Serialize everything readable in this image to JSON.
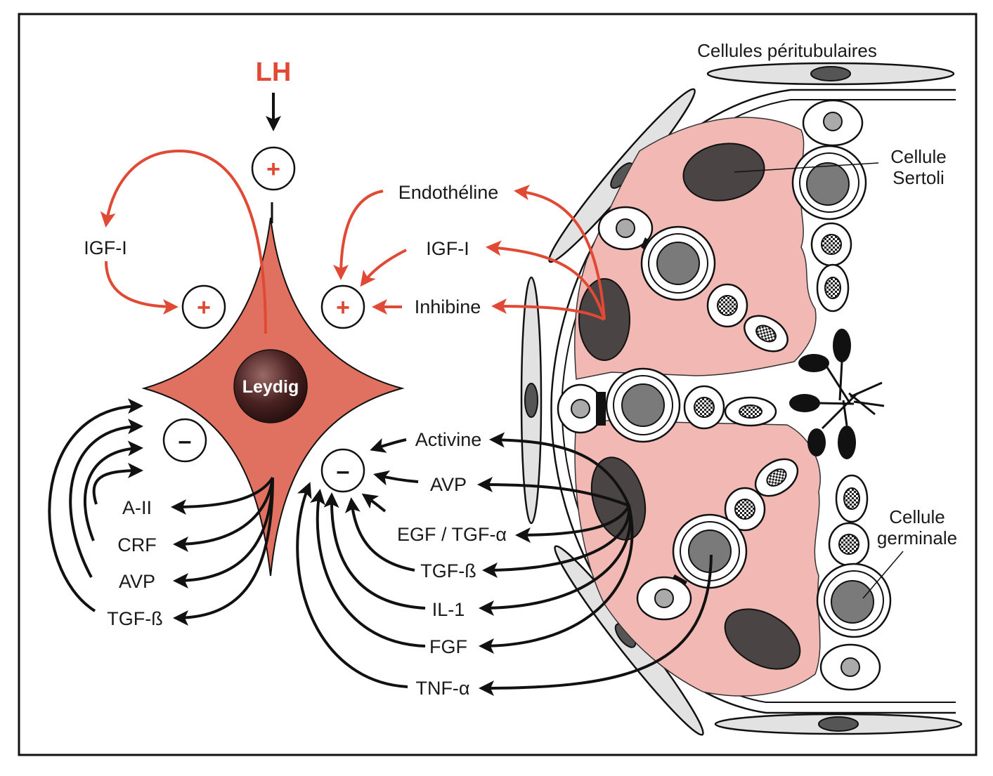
{
  "colors": {
    "red": "#e04a35",
    "black": "#111111",
    "leydig_fill": "#e0705f",
    "sertoli_fill": "#f2b9b4",
    "nucleus_dark": "#4a4444",
    "nucleus_gray": "#7a7a7a",
    "peritubular_fill": "#e2e2e2"
  },
  "leydig": {
    "name": "Leydig",
    "lh": "LH",
    "plus_top": "+",
    "red_loop_label": "IGF-I",
    "plus_left": "+",
    "minus_left": "–",
    "secretions": [
      "A-II",
      "CRF",
      "AVP",
      "TGF-ß"
    ]
  },
  "sertoli_signals": {
    "positive_labels": [
      "Endothéline",
      "IGF-I",
      "Inhibine"
    ],
    "plus_center": "+",
    "minus_center": "–",
    "negative_labels": [
      "Activine",
      "AVP",
      "EGF / TGF-α",
      "TGF-ß",
      "IL-1",
      "FGF",
      "TNF-α"
    ]
  },
  "tubule": {
    "label_peritubular": "Cellules péritubulaires",
    "label_sertoli_line1": "Cellule",
    "label_sertoli_line2": "Sertoli",
    "label_germinal_line1": "Cellule",
    "label_germinal_line2": "germinale"
  }
}
